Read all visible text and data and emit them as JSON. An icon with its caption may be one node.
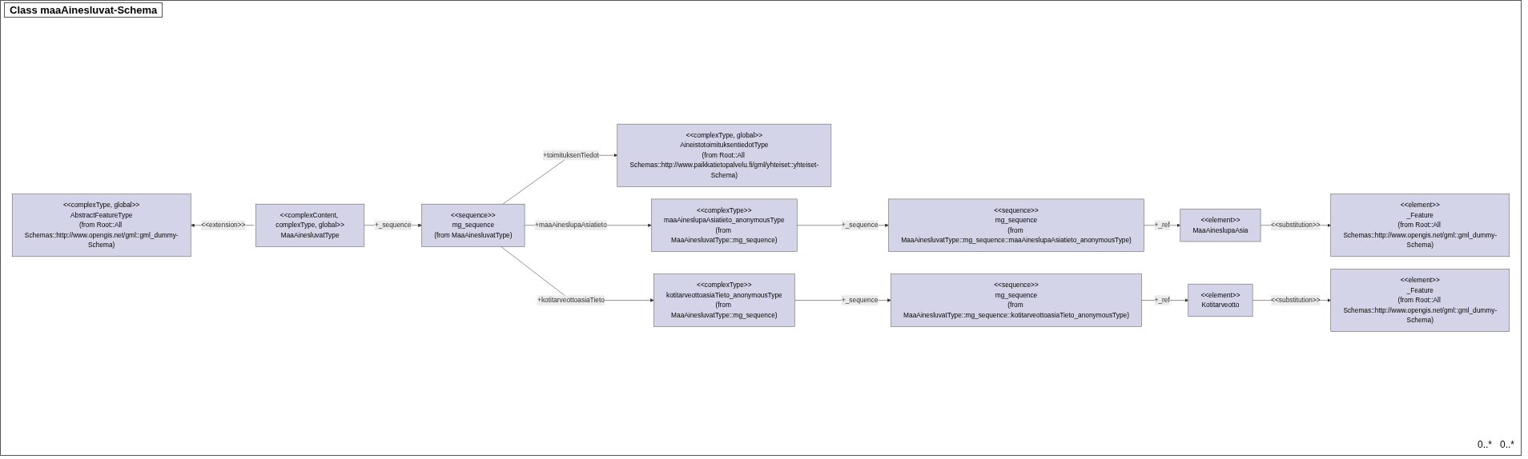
{
  "diagram": {
    "title": "Class maaAinesluvat-Schema",
    "nodes": [
      {
        "text": [
          "<<complexType, global>>",
          "AbstractFeatureType",
          "(from Root::All Schemas::http://www.opengis.net/gml::gml_dummy-Schema)"
        ]
      },
      {
        "text": [
          "<<complexContent, complexType, global>>",
          "MaaAinesluvatType"
        ]
      },
      {
        "text": [
          "<<sequence>>",
          "mg_sequence",
          "(from MaaAinesluvatType)"
        ]
      },
      {
        "text": [
          "<<complexType, global>>",
          "AineistotoimituksentiedotType",
          "(from Root::All Schemas::http://www.paikkatietopalvelu.fi/gml/yhteiset::yhteiset-Schema)"
        ]
      },
      {
        "text": [
          "<<complexType>>",
          "maaAineslupaAsiatieto_anonymousType",
          "(from MaaAinesluvatType::mg_sequence)"
        ]
      },
      {
        "text": [
          "<<sequence>>",
          "mg_sequence",
          "(from MaaAinesluvatType::mg_sequence::maaAineslupaAsiatieto_anonymousType)"
        ]
      },
      {
        "text": [
          "<<element>>",
          "_Feature",
          "(from Root::All Schemas::http://www.opengis.net/gml::gml_dummy-Schema)"
        ]
      },
      {
        "text": [
          "<<element>>",
          "MaaAineslupaAsia"
        ]
      },
      {
        "text": [
          "<<complexType>>",
          "kotitarveottoasiaTieto_anonymousType",
          "(from MaaAinesluvatType::mg_sequence)"
        ]
      },
      {
        "text": [
          "<<sequence>>",
          "mg_sequence",
          "(from MaaAinesluvatType::mg_sequence::kotitarveottoasiaTieto_anonymousType)"
        ]
      },
      {
        "text": [
          "<<element>>",
          "_Feature",
          "(from Root::All Schemas::http://www.opengis.net/gml::gml_dummy-Schema)"
        ]
      },
      {
        "text": [
          "<<element>>",
          "Kotitarveotto"
        ]
      }
    ],
    "edges": [
      {
        "from": 1,
        "to": 0,
        "arrow": "to",
        "label": "<<extension>>"
      },
      {
        "from": 1,
        "to": 2,
        "arrow": "to",
        "label": "+_sequence"
      },
      {
        "from": 2,
        "to": 3,
        "arrow": "to",
        "label": "+toimituksenTiedot"
      },
      {
        "from": 2,
        "to": 4,
        "arrow": "to",
        "label": "+maaAineslupaAsiatieto"
      },
      {
        "from": 4,
        "to": 5,
        "arrow": "to",
        "label": "+_sequence"
      },
      {
        "from": 5,
        "to": 7,
        "arrow": "to",
        "label": "+_ref"
      },
      {
        "from": 7,
        "to": 6,
        "arrow": "to",
        "label": "<<substitution>>"
      },
      {
        "from": 2,
        "to": 8,
        "arrow": "to",
        "label": "+kotitarveottoasiaTieto"
      },
      {
        "from": 8,
        "to": 9,
        "arrow": "to",
        "label": "+_sequence"
      },
      {
        "from": 9,
        "to": 11,
        "arrow": "to",
        "label": "+_ref"
      },
      {
        "from": 11,
        "to": 10,
        "arrow": "to",
        "label": "<<substitution>>"
      }
    ],
    "labels": [
      "0..*",
      "0..*"
    ]
  }
}
